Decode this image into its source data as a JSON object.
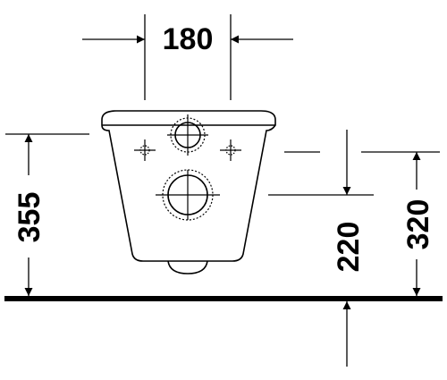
{
  "dimensions": {
    "width_top": "180",
    "height_left": "355",
    "height_inlet": "220",
    "height_right": "320"
  },
  "colors": {
    "line": "#000000",
    "background": "#ffffff"
  }
}
